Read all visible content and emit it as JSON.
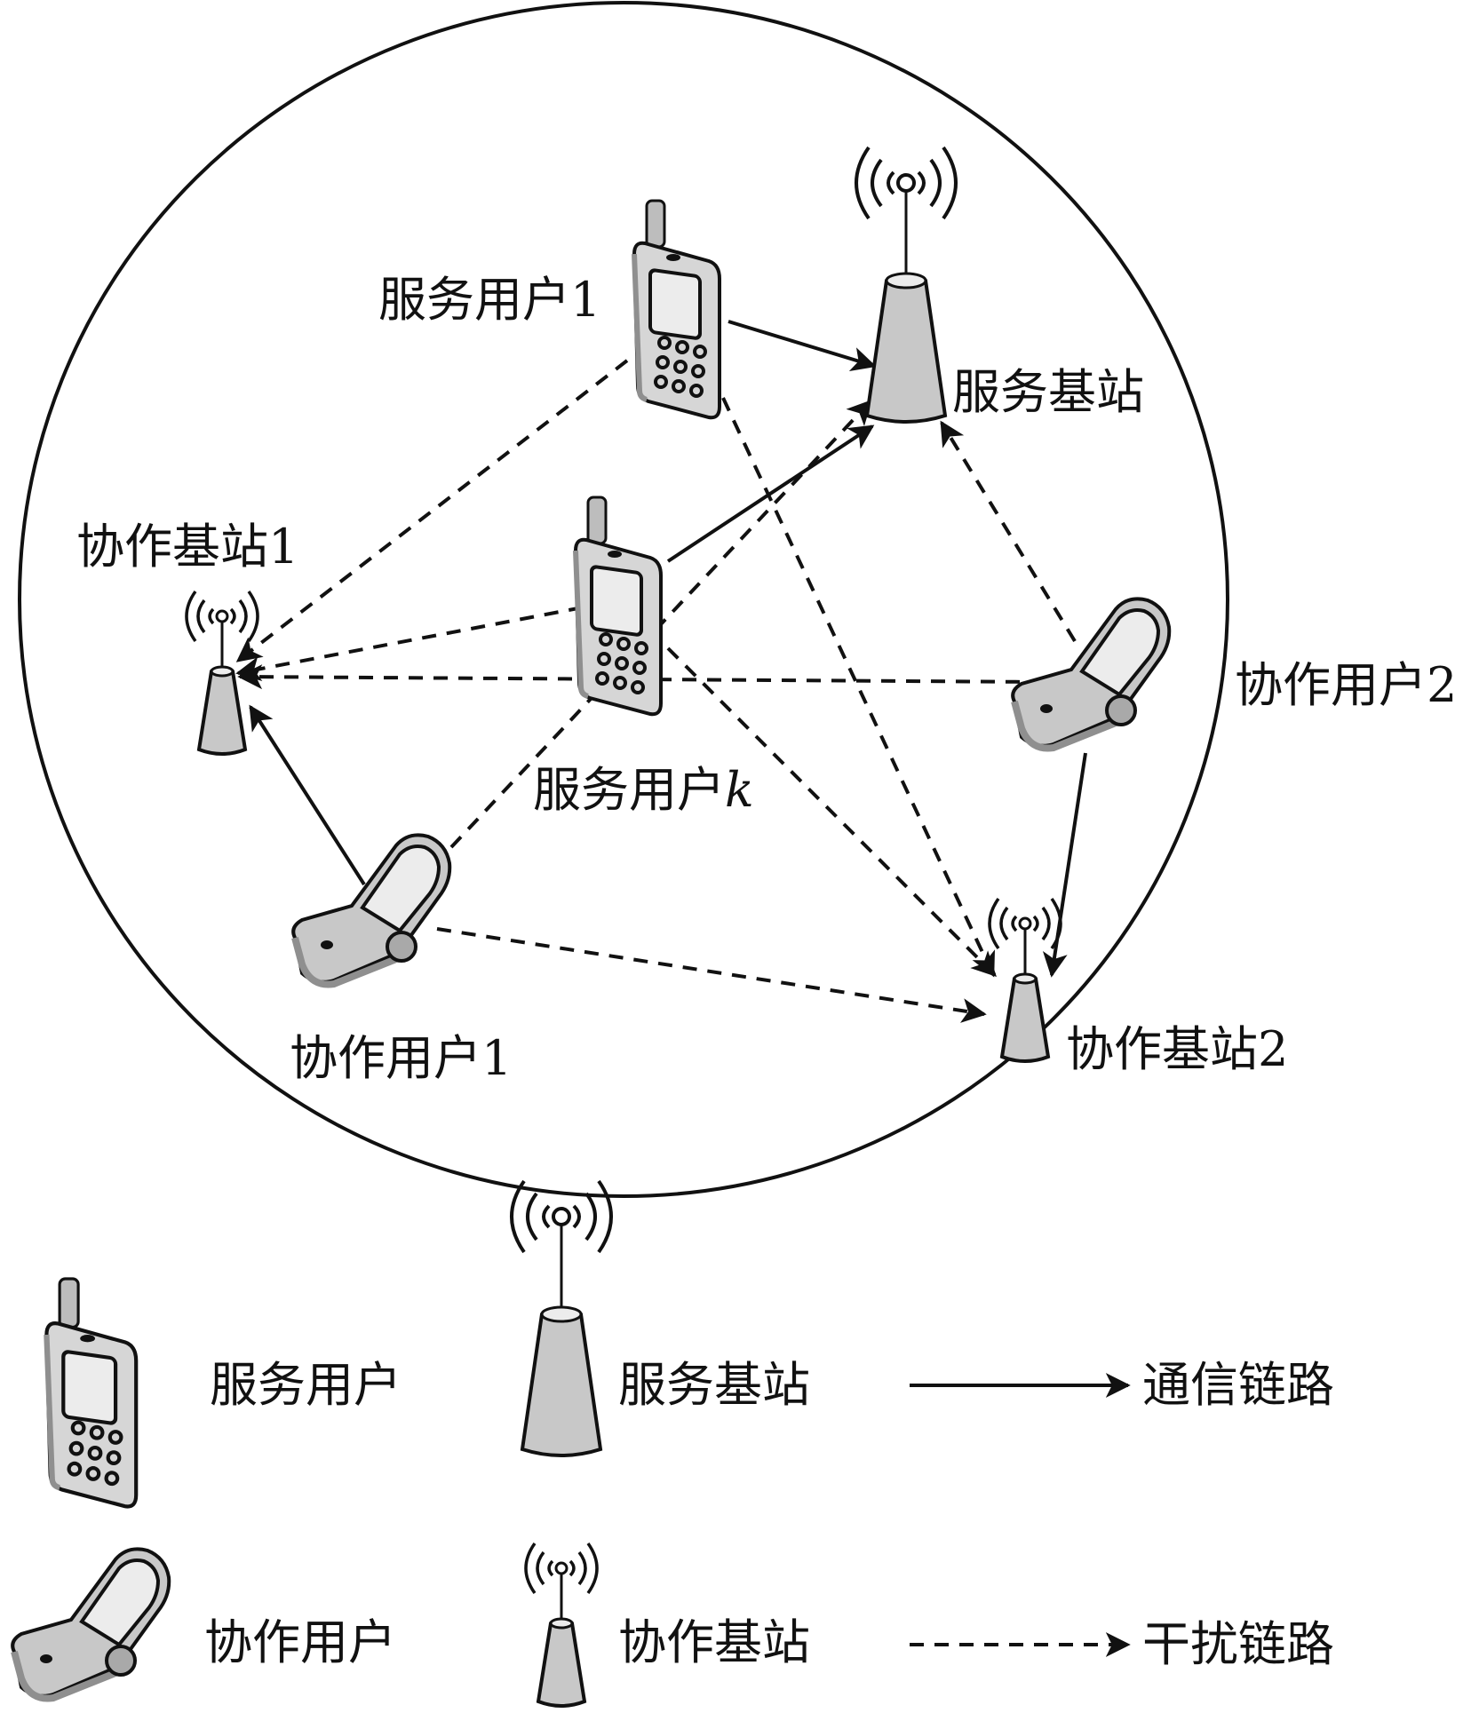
{
  "labels": {
    "serving_user_1": "服务用户1",
    "serving_bs": "服务基站",
    "coop_bs_1": "协作基站1",
    "serving_user_k_prefix": "服务用户",
    "serving_user_k_suffix": "k",
    "coop_user_2": "协作用户2",
    "coop_user_1": "协作用户1",
    "coop_bs_2": "协作基站2"
  },
  "legend": {
    "serving_user": "服务用户",
    "serving_bs": "服务基站",
    "comm_link": "通信链路",
    "coop_user": "协作用户",
    "coop_bs": "协作基站",
    "interf_link": "干扰链路"
  },
  "colors": {
    "ink": "#111111",
    "device_fill": "#c8c8c8",
    "device_dark": "#8f8f8f",
    "screen": "#e8e8e8"
  },
  "icons": {
    "serving_user": "candybar-phone-icon",
    "coop_user": "flip-phone-icon",
    "serving_bs": "tall-antenna-tower-icon",
    "coop_bs": "small-antenna-tower-icon"
  }
}
